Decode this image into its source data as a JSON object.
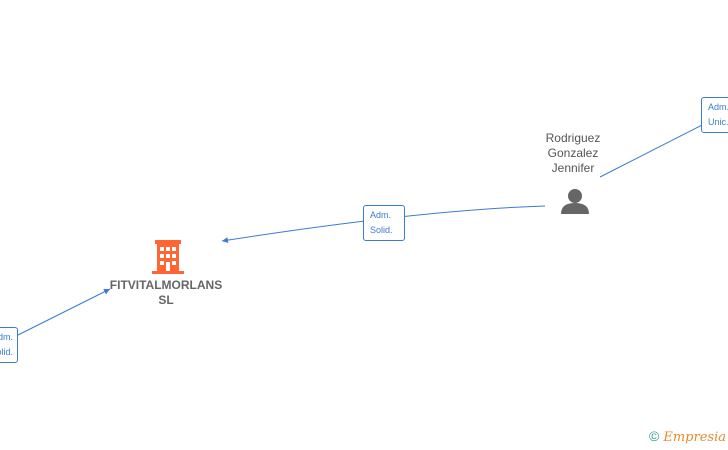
{
  "company": {
    "name_line1": "FITVITALMORLANS",
    "name_line2": "SL",
    "icon": "building-icon",
    "color": "#ff6633"
  },
  "person": {
    "name_line1": "Rodriguez",
    "name_line2": "Gonzalez",
    "name_line3": "Jennifer",
    "icon": "person-icon",
    "color": "#666666"
  },
  "roles": {
    "center": {
      "line1": "Adm.",
      "line2": "Solid."
    },
    "right": {
      "line1": "Adm.",
      "line2": "Unic."
    },
    "left": {
      "line1": "Adm.",
      "line2": "Solid."
    }
  },
  "edge_color": "#3a7bd5",
  "footer": {
    "copyright": "©",
    "brand": "Empresia"
  }
}
